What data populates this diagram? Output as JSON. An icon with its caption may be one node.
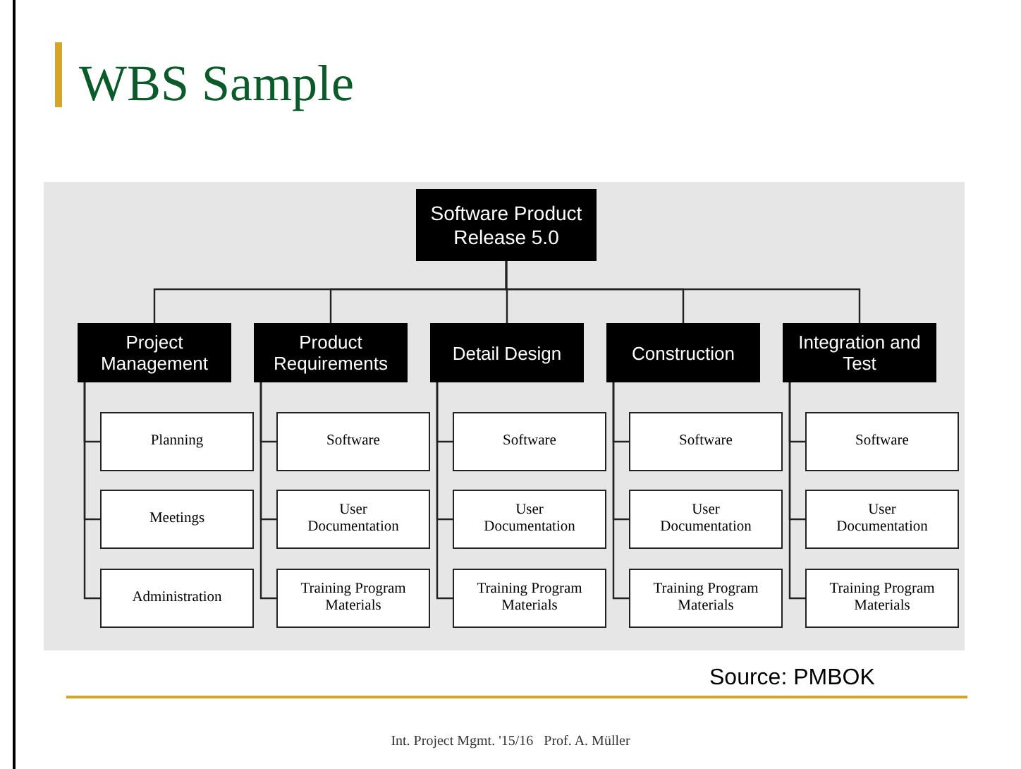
{
  "diagram": {
    "title": "WBS Sample",
    "nodes": [
      {
        "text": [
          "Software Product Release 5.0"
        ]
      },
      {
        "text": [
          "Project Management"
        ]
      },
      {
        "text": [
          "Product Requirements"
        ]
      },
      {
        "text": [
          "Detail Design"
        ]
      },
      {
        "text": [
          "Construction"
        ]
      },
      {
        "text": [
          "Integration and Test"
        ]
      },
      {
        "text": [
          "Planning"
        ]
      },
      {
        "text": [
          "Meetings"
        ]
      },
      {
        "text": [
          "Administration"
        ]
      },
      {
        "text": [
          "Software"
        ]
      },
      {
        "text": [
          "User Documentation"
        ]
      },
      {
        "text": [
          "Training Program Materials"
        ]
      },
      {
        "text": [
          "Software"
        ]
      },
      {
        "text": [
          "User Documentation"
        ]
      },
      {
        "text": [
          "Training Program Materials"
        ]
      },
      {
        "text": [
          "Software"
        ]
      },
      {
        "text": [
          "User Documentation"
        ]
      },
      {
        "text": [
          "Training Program Materials"
        ]
      },
      {
        "text": [
          "Software"
        ]
      },
      {
        "text": [
          "User Documentation"
        ]
      },
      {
        "text": [
          "Training Program Materials"
        ]
      }
    ],
    "edges": [
      {
        "from": 0,
        "to": 1,
        "arrow": "none"
      },
      {
        "from": 0,
        "to": 2,
        "arrow": "none"
      },
      {
        "from": 0,
        "to": 3,
        "arrow": "none"
      },
      {
        "from": 0,
        "to": 4,
        "arrow": "none"
      },
      {
        "from": 0,
        "to": 5,
        "arrow": "none"
      },
      {
        "from": 1,
        "to": 6,
        "arrow": "none"
      },
      {
        "from": 1,
        "to": 7,
        "arrow": "none"
      },
      {
        "from": 1,
        "to": 8,
        "arrow": "none"
      },
      {
        "from": 2,
        "to": 9,
        "arrow": "none"
      },
      {
        "from": 2,
        "to": 10,
        "arrow": "none"
      },
      {
        "from": 2,
        "to": 11,
        "arrow": "none"
      },
      {
        "from": 3,
        "to": 12,
        "arrow": "none"
      },
      {
        "from": 3,
        "to": 13,
        "arrow": "none"
      },
      {
        "from": 3,
        "to": 14,
        "arrow": "none"
      },
      {
        "from": 4,
        "to": 15,
        "arrow": "none"
      },
      {
        "from": 4,
        "to": 16,
        "arrow": "none"
      },
      {
        "from": 4,
        "to": 17,
        "arrow": "none"
      },
      {
        "from": 5,
        "to": 18,
        "arrow": "none"
      },
      {
        "from": 5,
        "to": 19,
        "arrow": "none"
      },
      {
        "from": 5,
        "to": 20,
        "arrow": "none"
      }
    ],
    "labels": [
      "Source: PMBOK",
      "Int. Project Mgmt. '15/16   Prof. A. Müller"
    ]
  }
}
